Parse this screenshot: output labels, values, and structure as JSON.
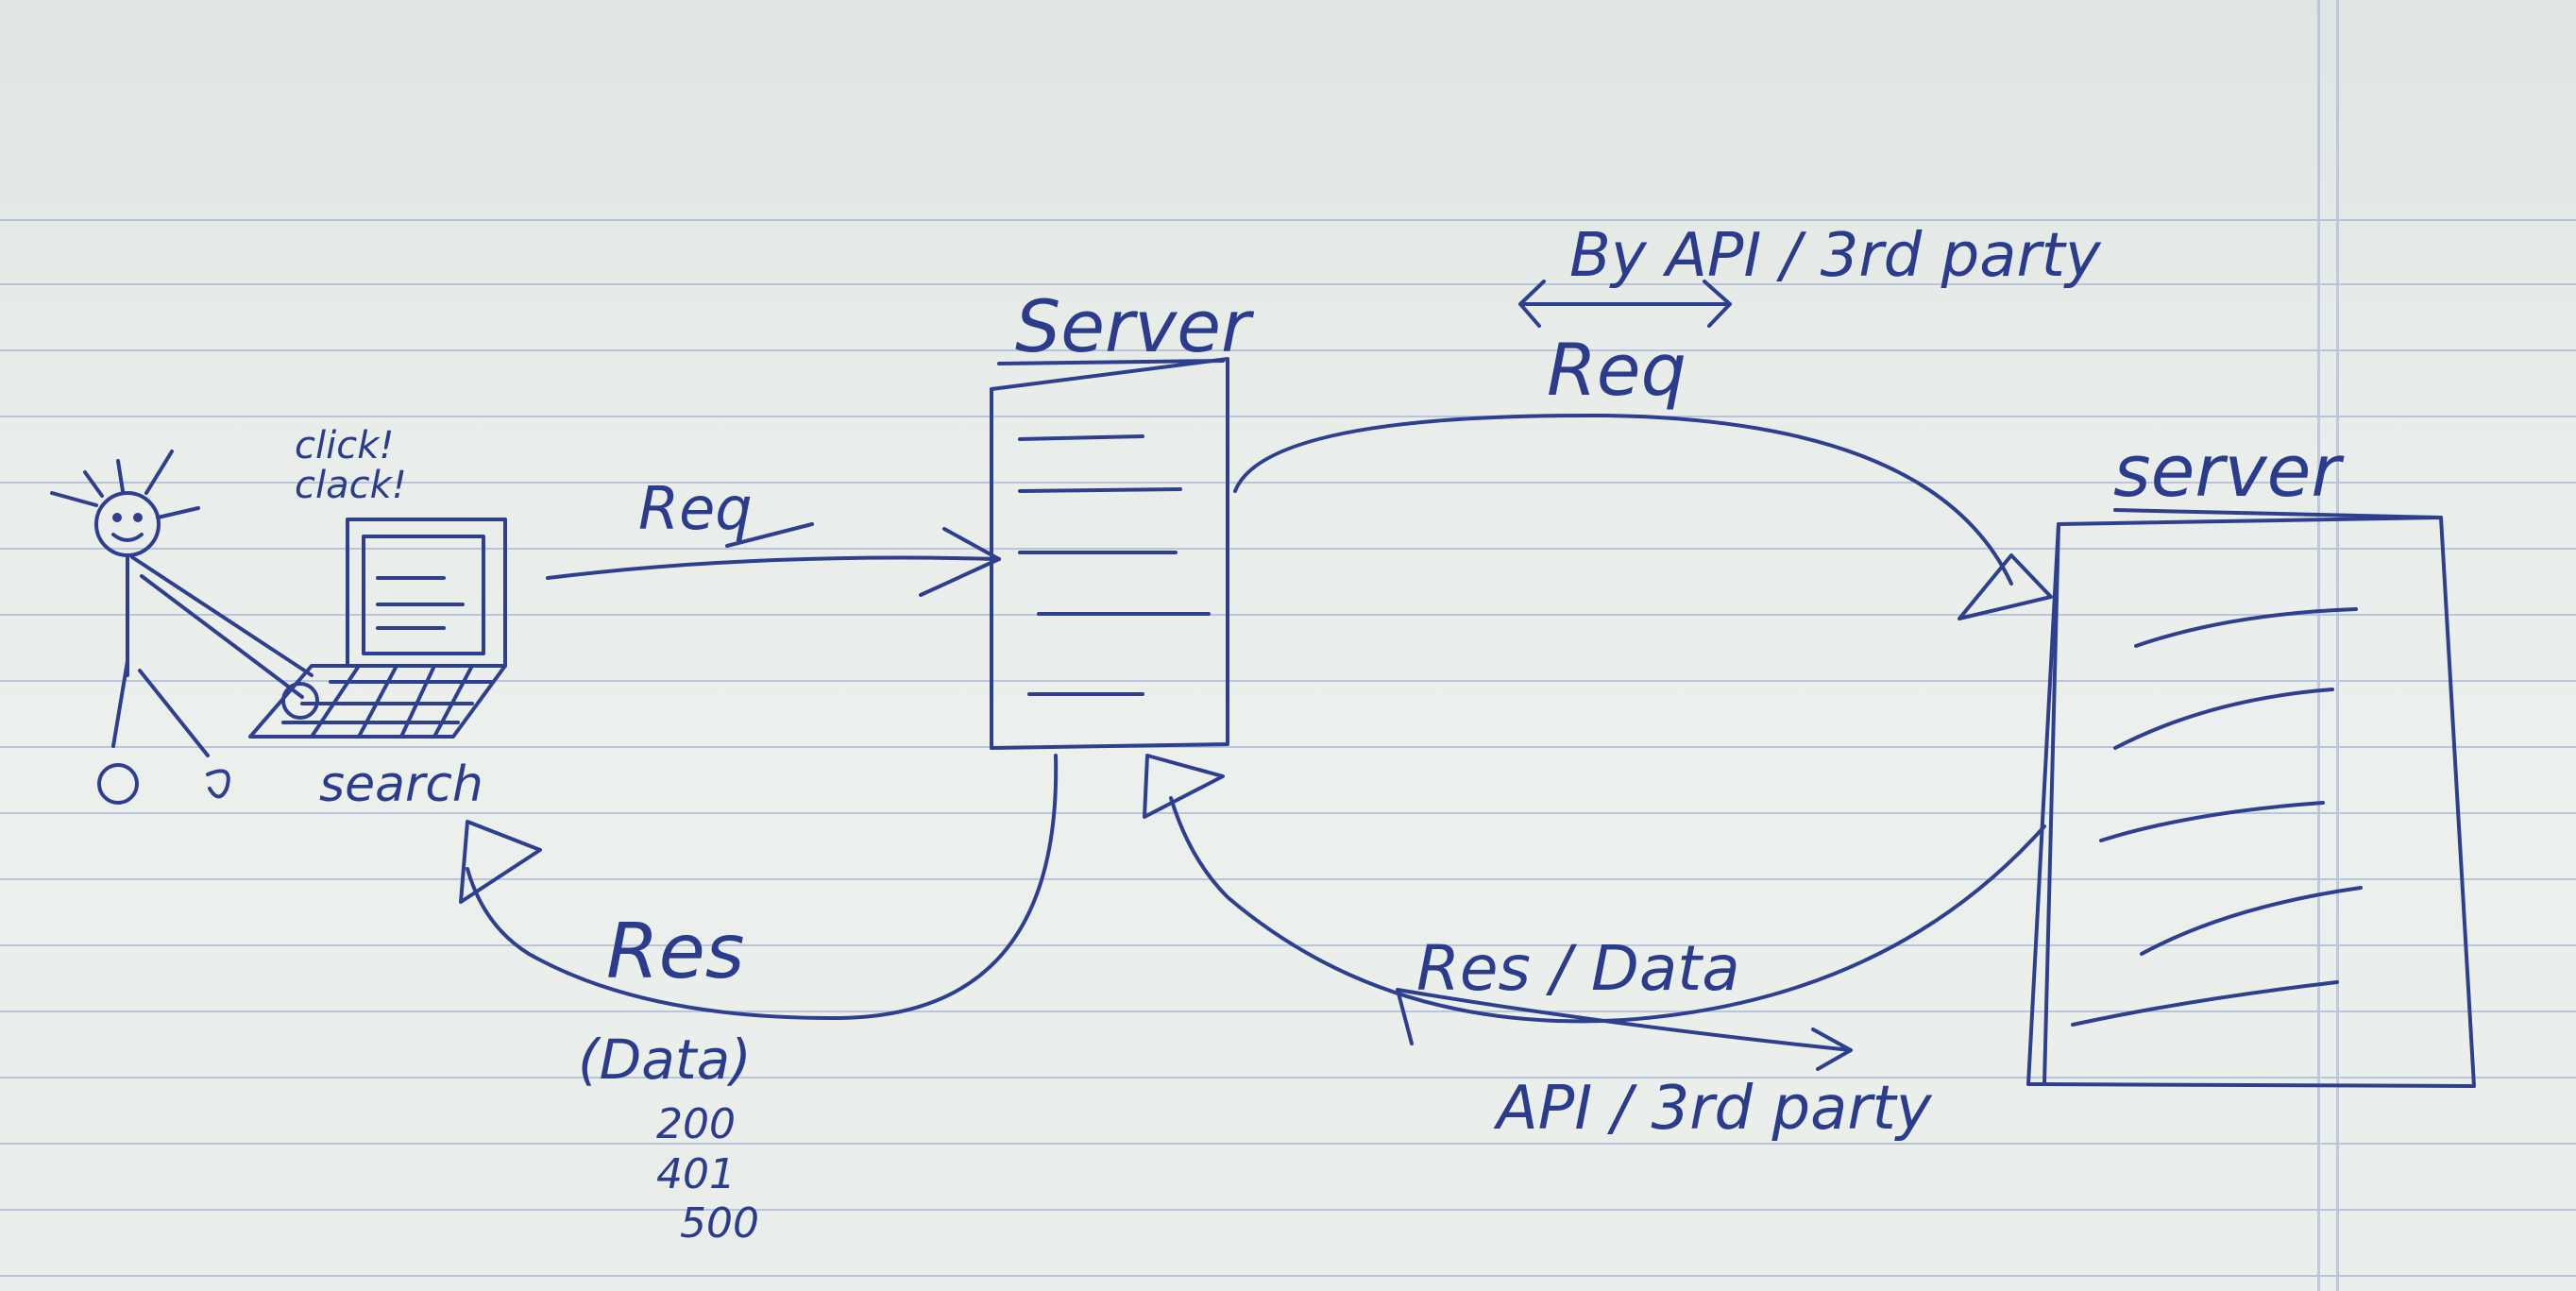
{
  "labels": {
    "click_clack": "click!\nclack!",
    "search": "search",
    "req_client": "Req",
    "server_left": "Server",
    "server_right": "server",
    "by_api": "By API / 3rd party",
    "req_api": "Req",
    "res_client": "Res",
    "res_data": "(Data)",
    "status_codes": [
      "200",
      "401",
      "500"
    ],
    "res_api": "Res / Data",
    "api_bottom": "API / 3rd party"
  },
  "colors": {
    "ink": "#2e3f8f",
    "paper": "#e8ede9",
    "rule": "#a9b6d4"
  }
}
